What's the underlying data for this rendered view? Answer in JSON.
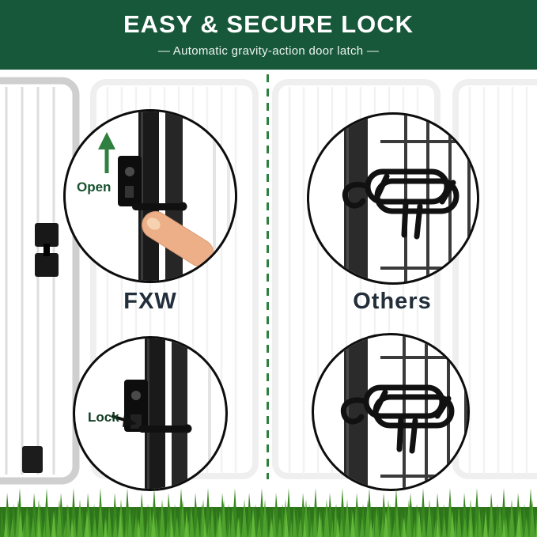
{
  "header": {
    "title": "EASY & SECURE LOCK",
    "subtitle": "—  Automatic gravity-action door latch  —"
  },
  "comparison": {
    "left_label": "FXW",
    "right_label": "Others",
    "open_label": "Open",
    "lock_label": "Lock"
  },
  "graphics": {
    "left_top_photo": "fxw-gravity-latch-open-closeup",
    "left_bottom_photo": "fxw-gravity-latch-locked-closeup",
    "right_top_photo": "others-wire-latch-closeup",
    "right_bottom_photo": "others-wire-latch-closeup-2"
  },
  "colors": {
    "header_bg": "#17573a",
    "accent_green": "#2f8040",
    "annotation_green": "#17512e",
    "label_text": "#222e3a",
    "latch_black": "#111111",
    "grass_dark": "#2e741a",
    "grass_mid": "#37861f",
    "grass_light": "#4da12c"
  }
}
